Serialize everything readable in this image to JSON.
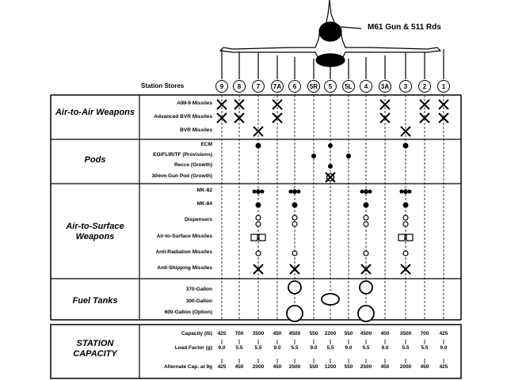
{
  "gun_label": "M61 Gun & 511 Rds",
  "station_stores_label": "Station Stores",
  "stations": [
    "9",
    "8",
    "7",
    "7A",
    "6",
    "5R",
    "5",
    "5L",
    "4",
    "3A",
    "3",
    "2",
    "1"
  ],
  "categories": [
    {
      "label": "Air-to-Air Weapons",
      "rows": [
        "AIM-9 Missiles",
        "Advanced BVR Missiles",
        "BVR Missiles"
      ]
    },
    {
      "label": "Pods",
      "rows": [
        "ECM",
        "EO/FLIR/TF (Provisions)",
        "Recce (Growth)",
        "30mm Gun Pod (Growth)"
      ]
    },
    {
      "label": "Air-to-Surface Weapons",
      "rows": [
        "MK-82",
        "MK-84",
        "Dispensers",
        "Air-to-Surface Missiles",
        "Anti-Radiation Missiles",
        "Anti-Shipping Missiles"
      ]
    },
    {
      "label": "Fuel Tanks",
      "rows": [
        "370-Gallon",
        "300-Gallon",
        "600-Gallon (Option)"
      ]
    }
  ],
  "capacity_title": "STATION CAPACITY",
  "capacity_rows": [
    {
      "label": "Capacity (lb)",
      "values": [
        "425",
        "700",
        "3500",
        "450",
        "4500",
        "550",
        "2200",
        "550",
        "4500",
        "450",
        "3500",
        "700",
        "425"
      ]
    },
    {
      "label": "Load Factor (g)",
      "values": [
        "9.0",
        "5.5",
        "5.5",
        "9.0",
        "5.5",
        "9.0",
        "5.5",
        "9.0",
        "5.5",
        "9.0",
        "5.5",
        "5.5",
        "9.0"
      ]
    },
    {
      "label": "Alternate Cap. at 9g",
      "values": [
        "425",
        "450",
        "2000",
        "450",
        "2500",
        "550",
        "1200",
        "550",
        "2500",
        "450",
        "2000",
        "450",
        "425"
      ]
    }
  ]
}
